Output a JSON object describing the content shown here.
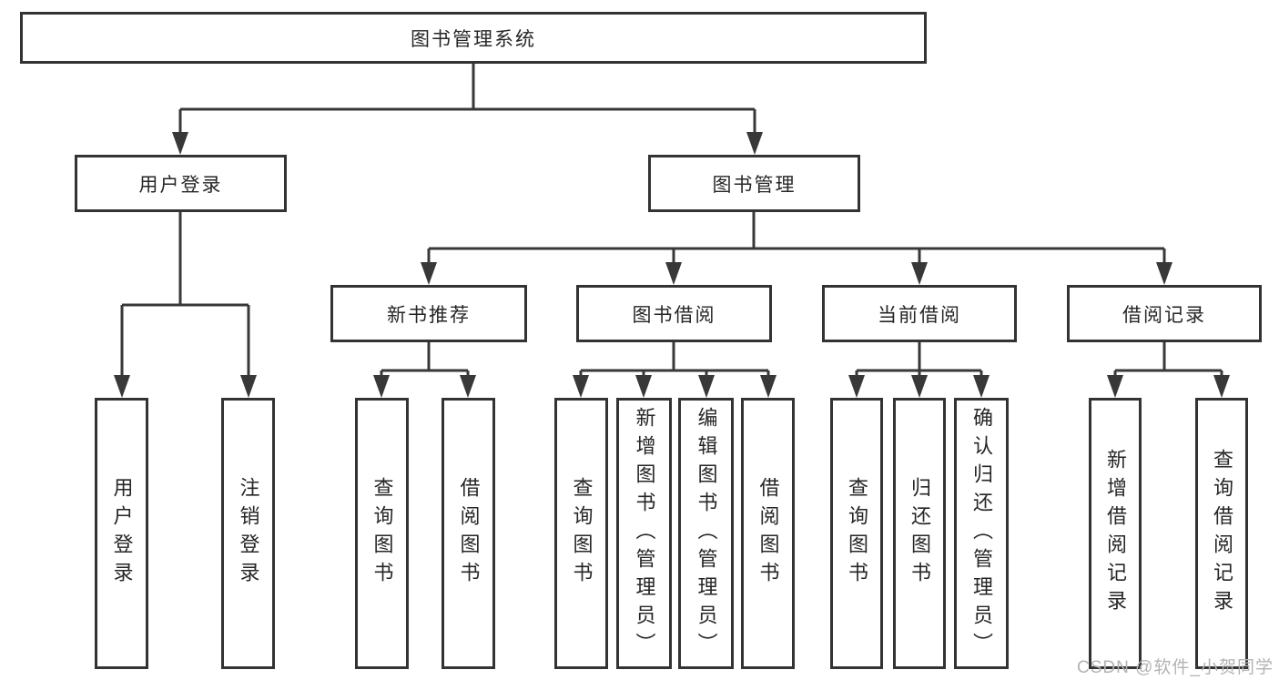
{
  "diagram": {
    "type": "hierarchy-tree",
    "root": {
      "label": "图书管理系统"
    },
    "level2": [
      {
        "label": "用户登录"
      },
      {
        "label": "图书管理"
      }
    ],
    "level3": [
      {
        "label": "新书推荐"
      },
      {
        "label": "图书借阅"
      },
      {
        "label": "当前借阅"
      },
      {
        "label": "借阅记录"
      }
    ],
    "leaf_groups": [
      {
        "parent": "用户登录",
        "items": [
          "用户登录",
          "注销登录"
        ]
      },
      {
        "parent": "新书推荐",
        "items": [
          "查询图书",
          "借阅图书"
        ]
      },
      {
        "parent": "图书借阅",
        "items": [
          "查询图书",
          "新增图书（管理员）",
          "编辑图书（管理员）",
          "借阅图书"
        ]
      },
      {
        "parent": "当前借阅",
        "items": [
          "查询图书",
          "归还图书",
          "确认归还（管理员）"
        ]
      },
      {
        "parent": "借阅记录",
        "items": [
          "新增借阅记录",
          "查询借阅记录"
        ]
      }
    ],
    "edges": [
      [
        "图书管理系统",
        "用户登录"
      ],
      [
        "图书管理系统",
        "图书管理"
      ],
      [
        "用户登录",
        "用户登录"
      ],
      [
        "用户登录",
        "注销登录"
      ],
      [
        "图书管理",
        "新书推荐"
      ],
      [
        "图书管理",
        "图书借阅"
      ],
      [
        "图书管理",
        "当前借阅"
      ],
      [
        "图书管理",
        "借阅记录"
      ],
      [
        "新书推荐",
        "查询图书"
      ],
      [
        "新书推荐",
        "借阅图书"
      ],
      [
        "图书借阅",
        "查询图书"
      ],
      [
        "图书借阅",
        "新增图书（管理员）"
      ],
      [
        "图书借阅",
        "编辑图书（管理员）"
      ],
      [
        "图书借阅",
        "借阅图书"
      ],
      [
        "当前借阅",
        "查询图书"
      ],
      [
        "当前借阅",
        "归还图书"
      ],
      [
        "当前借阅",
        "确认归还（管理员）"
      ],
      [
        "借阅记录",
        "新增借阅记录"
      ],
      [
        "借阅记录",
        "查询借阅记录"
      ]
    ]
  },
  "colors": {
    "background": "#ffffff",
    "line": "#383838",
    "box_border": "#333333",
    "text": "#262626",
    "watermark": "#b3b3b3"
  },
  "watermark": {
    "text": "CSDN @软件_小贺同学"
  }
}
